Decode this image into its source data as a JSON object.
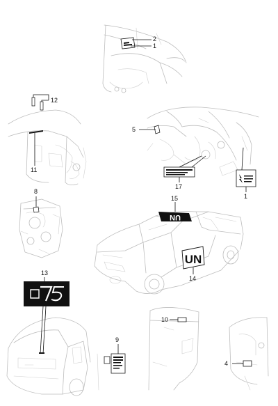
{
  "callouts": [
    {
      "id": "c2",
      "text": "2"
    },
    {
      "id": "c1a",
      "text": "1"
    },
    {
      "id": "c12",
      "text": "12"
    },
    {
      "id": "c5",
      "text": "5"
    },
    {
      "id": "c11",
      "text": "11"
    },
    {
      "id": "c17",
      "text": "17"
    },
    {
      "id": "c1b",
      "text": "1"
    },
    {
      "id": "c8",
      "text": "8"
    },
    {
      "id": "c15",
      "text": "15"
    },
    {
      "id": "c13",
      "text": "13"
    },
    {
      "id": "c14",
      "text": "14"
    },
    {
      "id": "c10",
      "text": "10"
    },
    {
      "id": "c9",
      "text": "9"
    },
    {
      "id": "c4",
      "text": "4"
    }
  ],
  "decals": {
    "un_roof": "UN",
    "un_door": "UN"
  },
  "colors": {
    "ink": "#111111",
    "ghost": "#bdbdbd"
  }
}
